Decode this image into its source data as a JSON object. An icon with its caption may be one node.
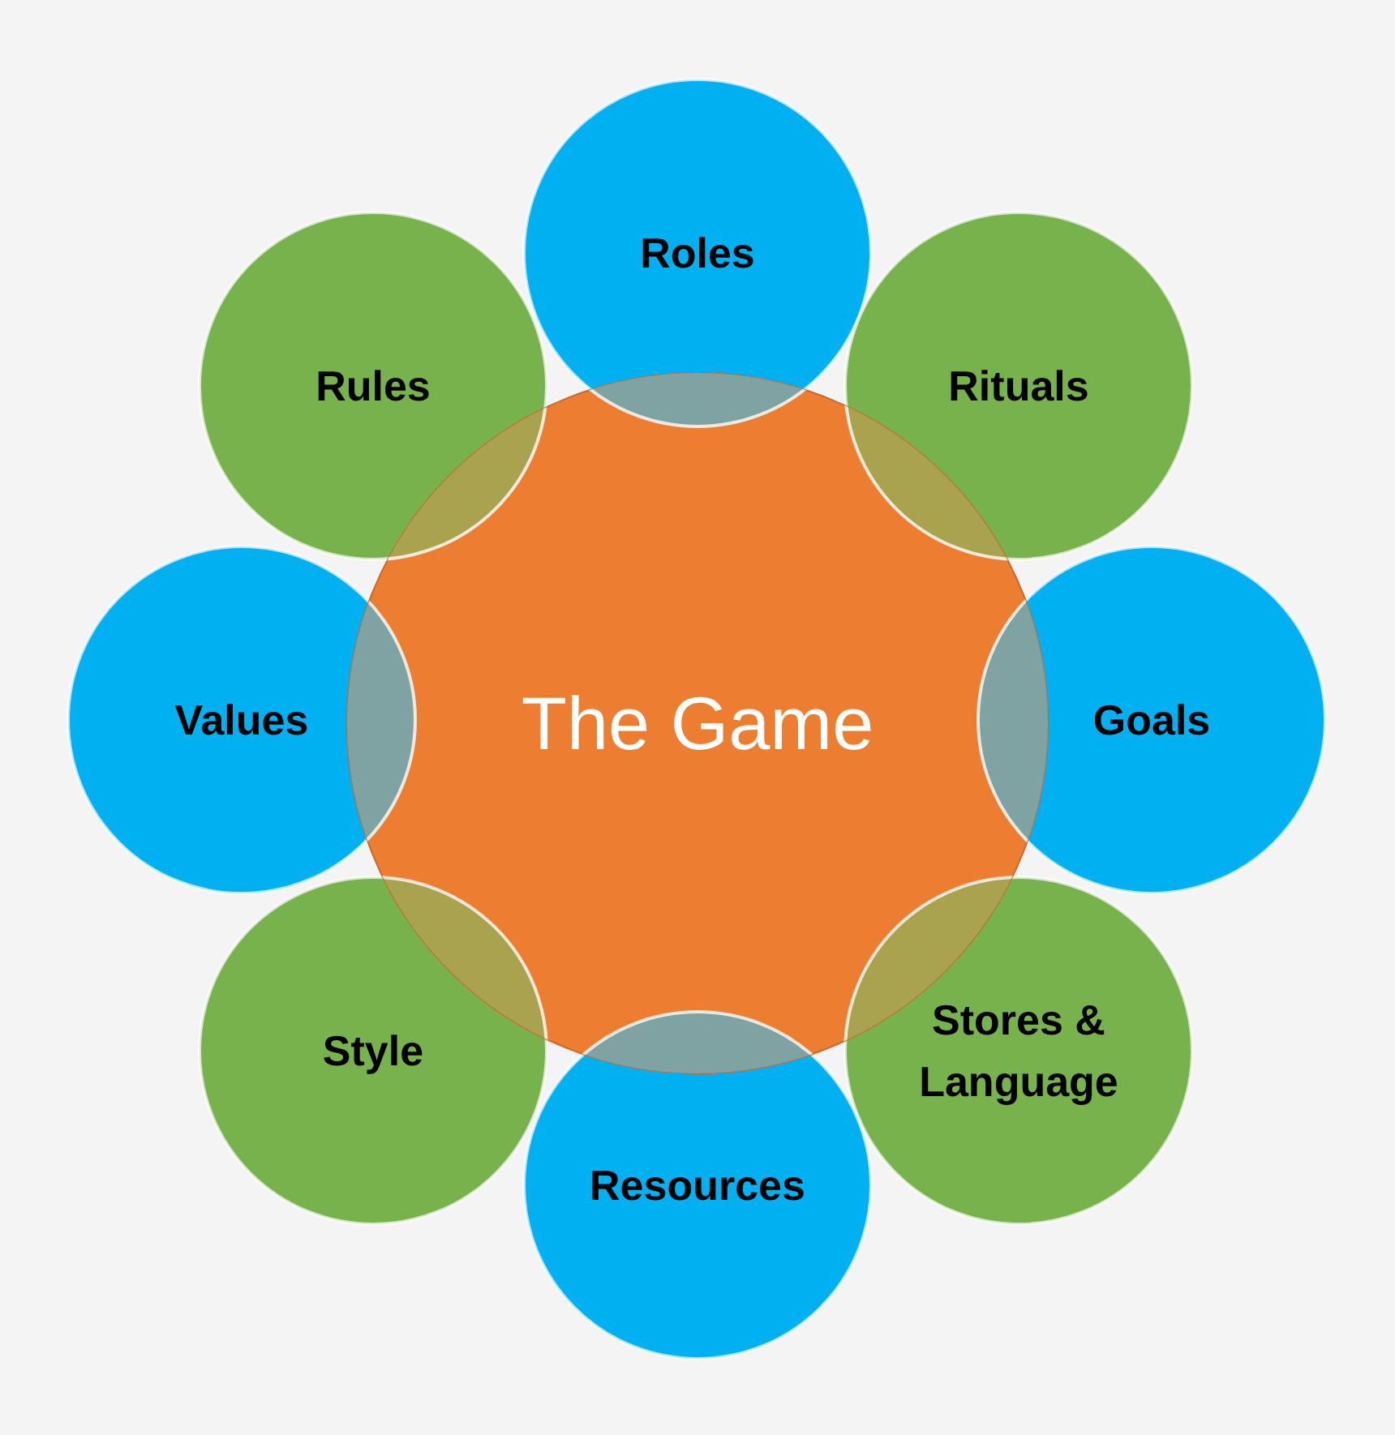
{
  "diagram": {
    "nodes": [
      {
        "text": [
          "The Game"
        ]
      },
      {
        "text": [
          "Roles"
        ]
      },
      {
        "text": [
          "Rituals"
        ]
      },
      {
        "text": [
          "Goals"
        ]
      },
      {
        "text": [
          "Stores & Language"
        ]
      },
      {
        "text": [
          "Resources"
        ]
      },
      {
        "text": [
          "Style"
        ]
      },
      {
        "text": [
          "Values"
        ]
      },
      {
        "text": [
          "Rules"
        ]
      }
    ]
  }
}
